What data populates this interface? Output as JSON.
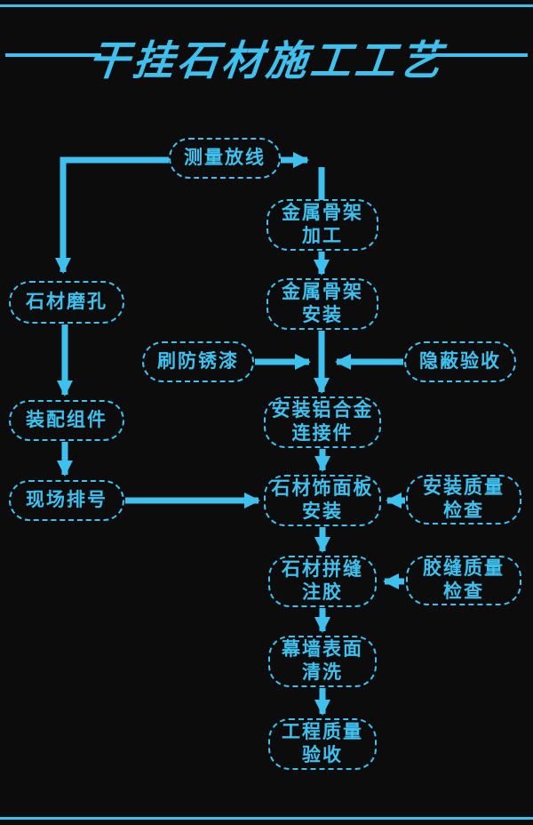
{
  "meta": {
    "title_text": "干挂石材施工工艺"
  },
  "colors": {
    "accent": "#3fc1f0",
    "background": "#0c0c0c"
  },
  "nodes": {
    "measure": {
      "label": "测量放线"
    },
    "frame_process": {
      "line1": "金属骨架",
      "line2": "加工"
    },
    "frame_install": {
      "line1": "金属骨架",
      "line2": "安装"
    },
    "stone_drill": {
      "label": "石材磨孔"
    },
    "rust_paint": {
      "label": "刷防锈漆"
    },
    "hidden_accept": {
      "label": "隐蔽验收"
    },
    "alu_connector": {
      "line1": "安装铝合金",
      "line2": "连接件"
    },
    "assemble": {
      "label": "装配组件"
    },
    "site_number": {
      "label": "现场排号"
    },
    "panel_install": {
      "line1": "石材饰面板",
      "line2": "安装"
    },
    "install_check": {
      "line1": "安装质量",
      "line2": "检查"
    },
    "joint_glue": {
      "line1": "石材拼缝",
      "line2": "注胶"
    },
    "glue_check": {
      "line1": "胶缝质量",
      "line2": "检查"
    },
    "wall_clean": {
      "line1": "幕墙表面",
      "line2": "清洗"
    },
    "quality_accept": {
      "line1": "工程质量",
      "line2": "验收"
    }
  }
}
